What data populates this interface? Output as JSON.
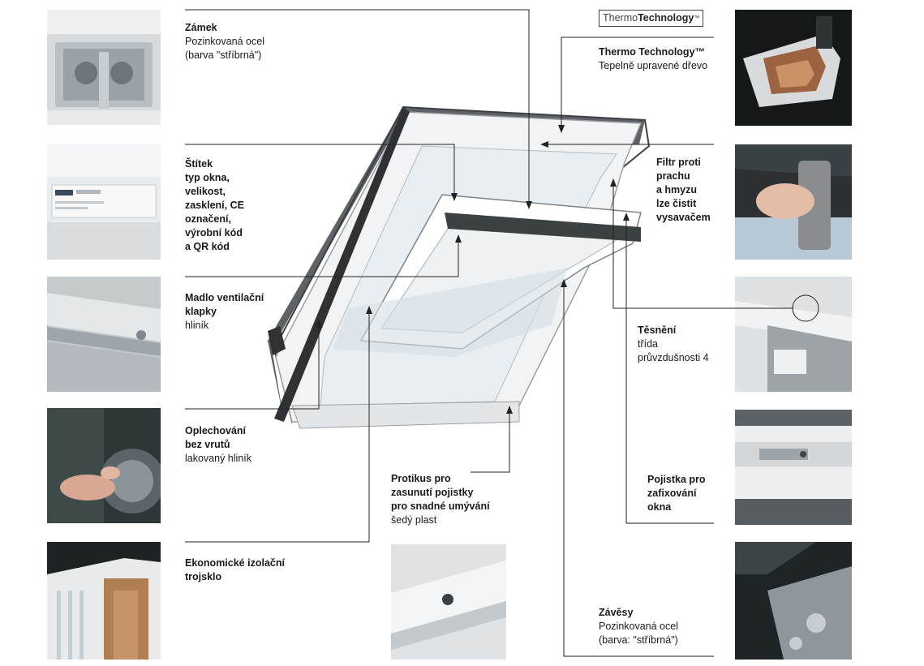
{
  "logo": {
    "part1": "Thermo",
    "part2": "Technology",
    "tm": "™"
  },
  "labels": {
    "zamek": {
      "bold": "Zámek",
      "regular": "Pozinkovaná ocel\n(barva \"stříbrná\")"
    },
    "stitek": {
      "bold": "Štítek\ntyp okna,\nvelikost,\nzasklení, CE\noznačení,\nvýrobní kód\na QR kód",
      "regular": ""
    },
    "madlo": {
      "bold": "Madlo ventilační\nklapky",
      "regular": "hliník"
    },
    "oplechovani": {
      "bold": "Oplechování\nbez vrutů",
      "regular": "lakovaný hliník"
    },
    "trojsklo": {
      "bold": "Ekonomické izolační\ntrojsklo",
      "regular": ""
    },
    "protikus": {
      "bold": "Protikus pro\nzasunutí pojistky\npro snadné umývání",
      "regular": "šedý plast"
    },
    "thermo": {
      "bold": "Thermo Technology™",
      "regular": "Tepelně upravené dřevo"
    },
    "filtr": {
      "bold": "Filtr proti\nprachu\na hmyzu\nlze čistit\nvysavačem",
      "regular": ""
    },
    "tesneni": {
      "bold": "Těsnění",
      "regular": "třída\nprůvzdušnosti 4"
    },
    "pojistka": {
      "bold": "Pojistka pro\nzafixování\nokna",
      "regular": ""
    },
    "zavesy": {
      "bold": "Závěsy",
      "regular": "Pozinkovaná ocel\n(barva: \"stříbrná\")"
    }
  },
  "photos": [
    "lock-photo",
    "nameplate-photo",
    "handle-photo",
    "flashing-photo",
    "glazing-photo",
    "catch-photo",
    "thermo-wood-photo",
    "filter-photo",
    "seal-photo",
    "safety-catch-photo",
    "hinge-photo"
  ]
}
